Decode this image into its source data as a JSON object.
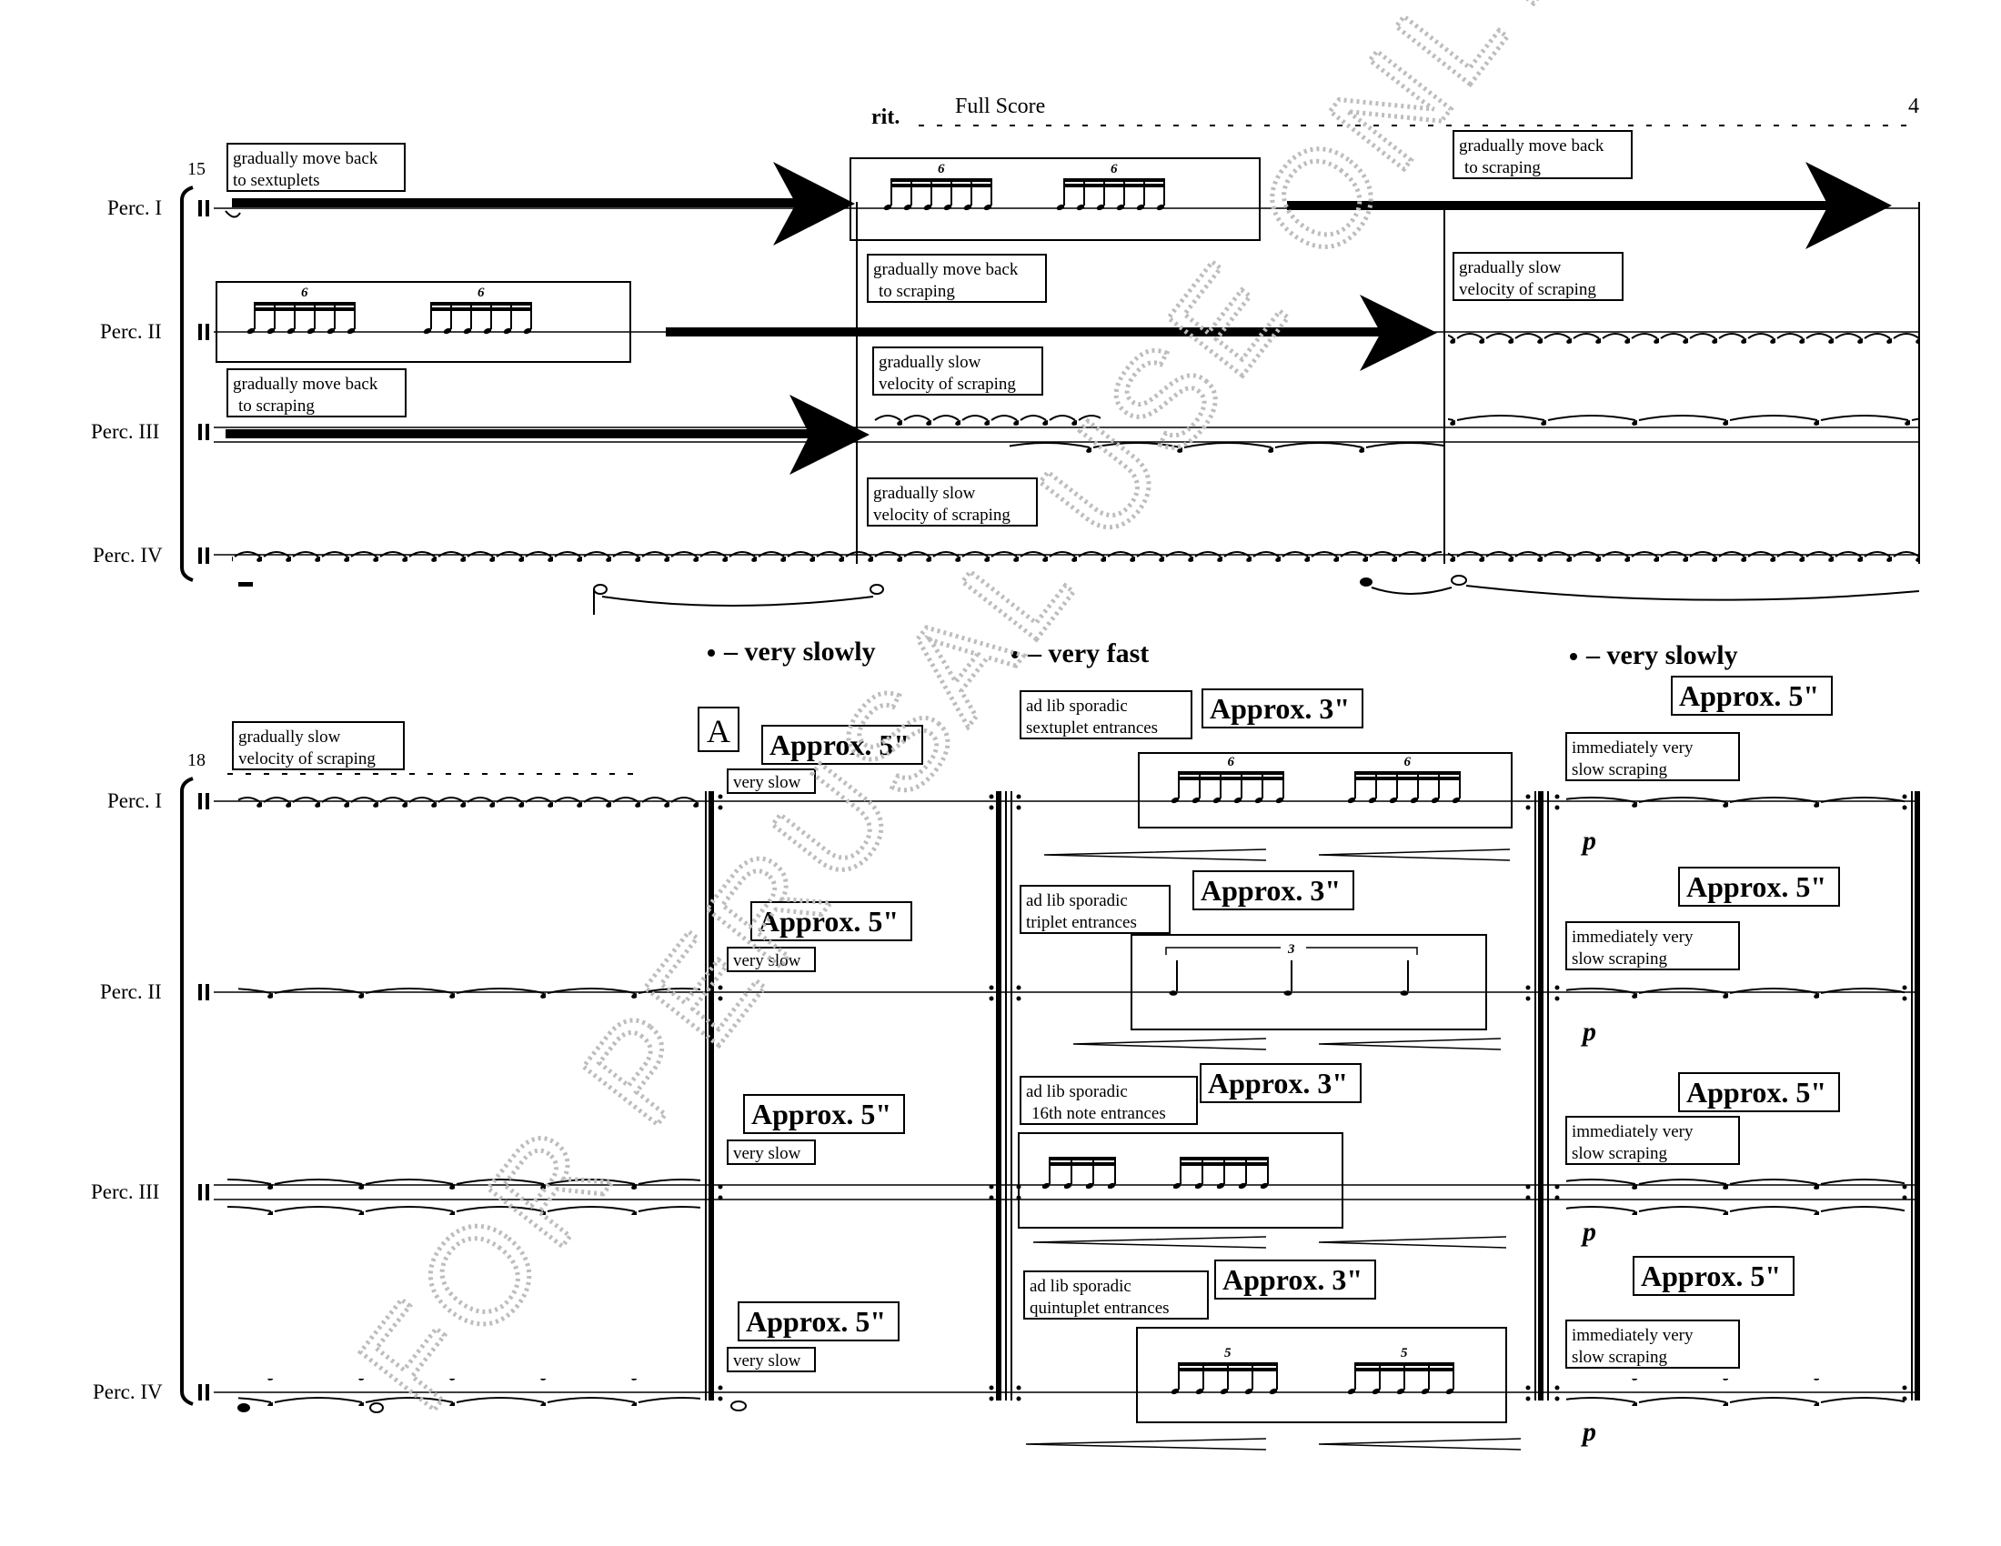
{
  "header": {
    "title": "Full Score",
    "page_number": "4",
    "rit": "rit."
  },
  "instruments": [
    "Perc. I",
    "Perc. II",
    "Perc. III",
    "Perc. IV"
  ],
  "system1": {
    "measure_number": "15",
    "annotations": {
      "p1_a": [
        "gradually move back",
        "to sextuplets"
      ],
      "p1_b": [
        "gradually move back",
        "to scraping"
      ],
      "p2_a": [
        "gradually move back",
        "to scraping"
      ],
      "p2_b": [
        "gradually slow",
        "velocity of scraping"
      ],
      "p3_a": [
        "gradually move back",
        "to scraping"
      ],
      "p3_b": [
        "gradually slow",
        "velocity of scraping"
      ],
      "p4_a": [
        "gradually slow",
        "velocity of scraping"
      ]
    }
  },
  "system2": {
    "measure_number": "18",
    "rehearsal_mark": "A",
    "tempi": [
      "– very slowly",
      "– very fast",
      "– very slowly"
    ],
    "slow_start": [
      "gradually slow",
      "velocity of scraping"
    ],
    "very_slow": "very slow",
    "approx5": "Approx. 5\"",
    "approx3": "Approx. 3\"",
    "ad_lib": {
      "p1": [
        "ad lib sporadic",
        "sextuplet entrances"
      ],
      "p2": [
        "ad lib sporadic",
        "triplet entrances"
      ],
      "p3": [
        "ad lib sporadic",
        "16th note entrances"
      ],
      "p4": [
        "ad lib sporadic",
        "quintuplet entrances"
      ]
    },
    "immediately": [
      "immediately very",
      "slow scraping"
    ],
    "dynamic": "p"
  },
  "tuplets": {
    "six": "6",
    "three": "3",
    "five": "5"
  },
  "watermark": "FOR PERUSAL USE ONLY"
}
